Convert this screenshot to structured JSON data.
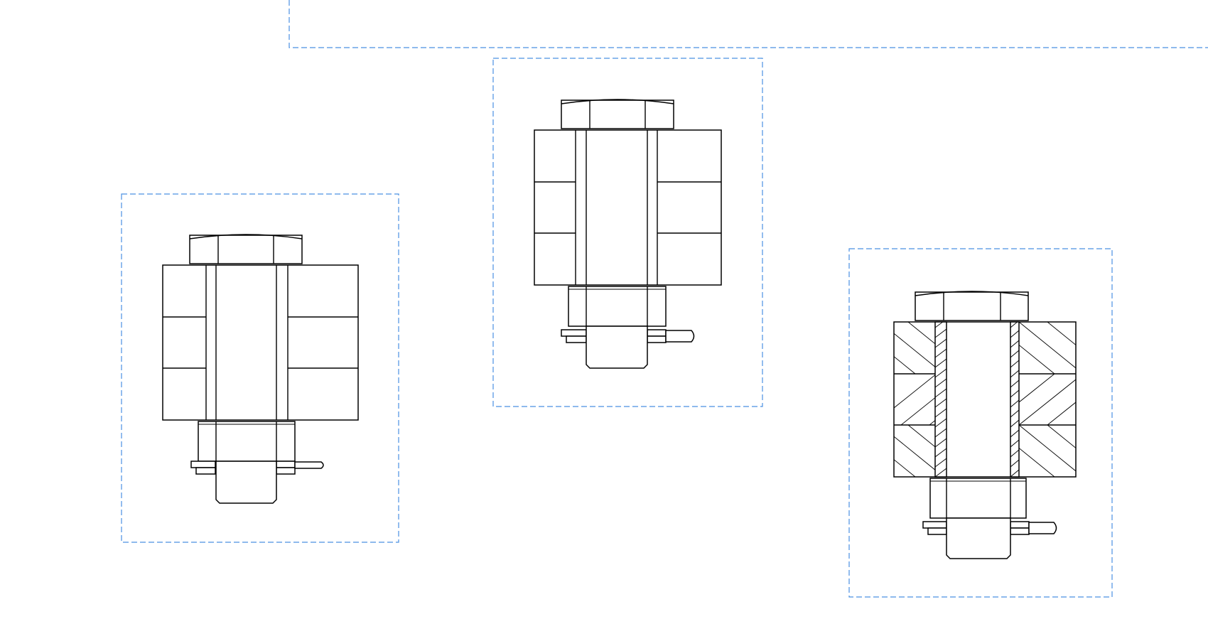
{
  "canvas": {
    "background": "#ffffff",
    "ink_color": "#000000",
    "frame_color": "#4a90e2"
  },
  "views": [
    {
      "name": "left-view",
      "hatched": false
    },
    {
      "name": "middle-view",
      "hatched": false
    },
    {
      "name": "right-section-view",
      "hatched": true
    }
  ]
}
